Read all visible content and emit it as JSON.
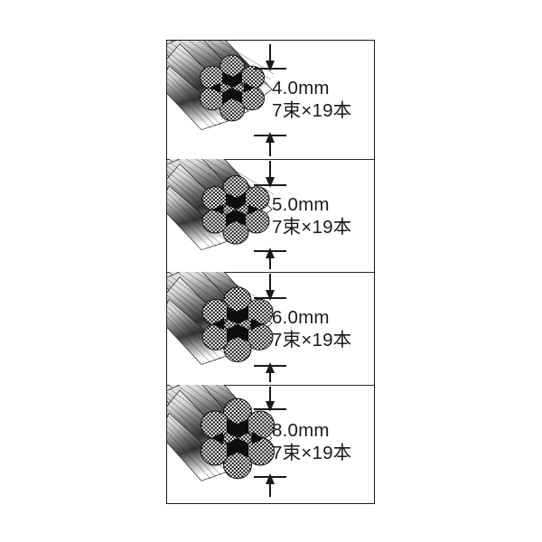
{
  "figure": {
    "title": "wire-rope-size-chart",
    "background_color": "#ffffff",
    "border_color": "#1a1a1a",
    "text_color": "#1a1a1a",
    "panels": [
      {
        "id": "panel-4mm",
        "size_label": "4.0mm",
        "spec_label": "7束×19本",
        "strand_count": "7",
        "wires_per_strand": "19",
        "diameter_mm": "4.0"
      },
      {
        "id": "panel-5mm",
        "size_label": "5.0mm",
        "spec_label": "7束×19本",
        "strand_count": "7",
        "wires_per_strand": "19",
        "diameter_mm": "5.0"
      },
      {
        "id": "panel-6mm",
        "size_label": "6.0mm",
        "spec_label": "7束×19本",
        "strand_count": "7",
        "wires_per_strand": "19",
        "diameter_mm": "6.0"
      },
      {
        "id": "panel-8mm",
        "size_label": "8.0mm",
        "spec_label": "7束×19本",
        "strand_count": "7",
        "wires_per_strand": "19",
        "diameter_mm": "8.0"
      }
    ]
  }
}
